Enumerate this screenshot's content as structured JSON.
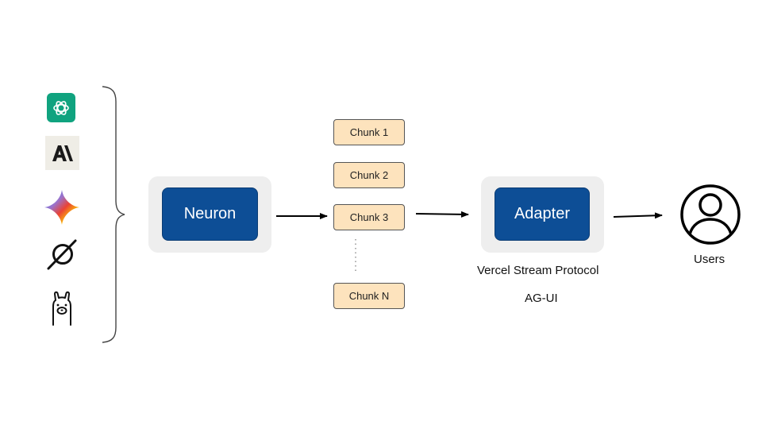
{
  "providers": [
    {
      "name": "openai-logo"
    },
    {
      "name": "anthropic-logo"
    },
    {
      "name": "gemini-logo"
    },
    {
      "name": "xai-logo"
    },
    {
      "name": "ollama-logo"
    }
  ],
  "neuron": {
    "label": "Neuron"
  },
  "chunks": {
    "chunk1": "Chunk 1",
    "chunk2": "Chunk 2",
    "chunk3": "Chunk 3",
    "chunkN": "Chunk N"
  },
  "adapter": {
    "label": "Adapter",
    "protocols": {
      "vercel": "Vercel Stream Protocol",
      "agui": "AG-UI"
    }
  },
  "users": {
    "label": "Users"
  },
  "colors": {
    "node_blue": "#0d4e96",
    "frame_gray": "#eeeeee",
    "chunk_fill": "#fde3bd",
    "openai_green": "#10a37f"
  }
}
